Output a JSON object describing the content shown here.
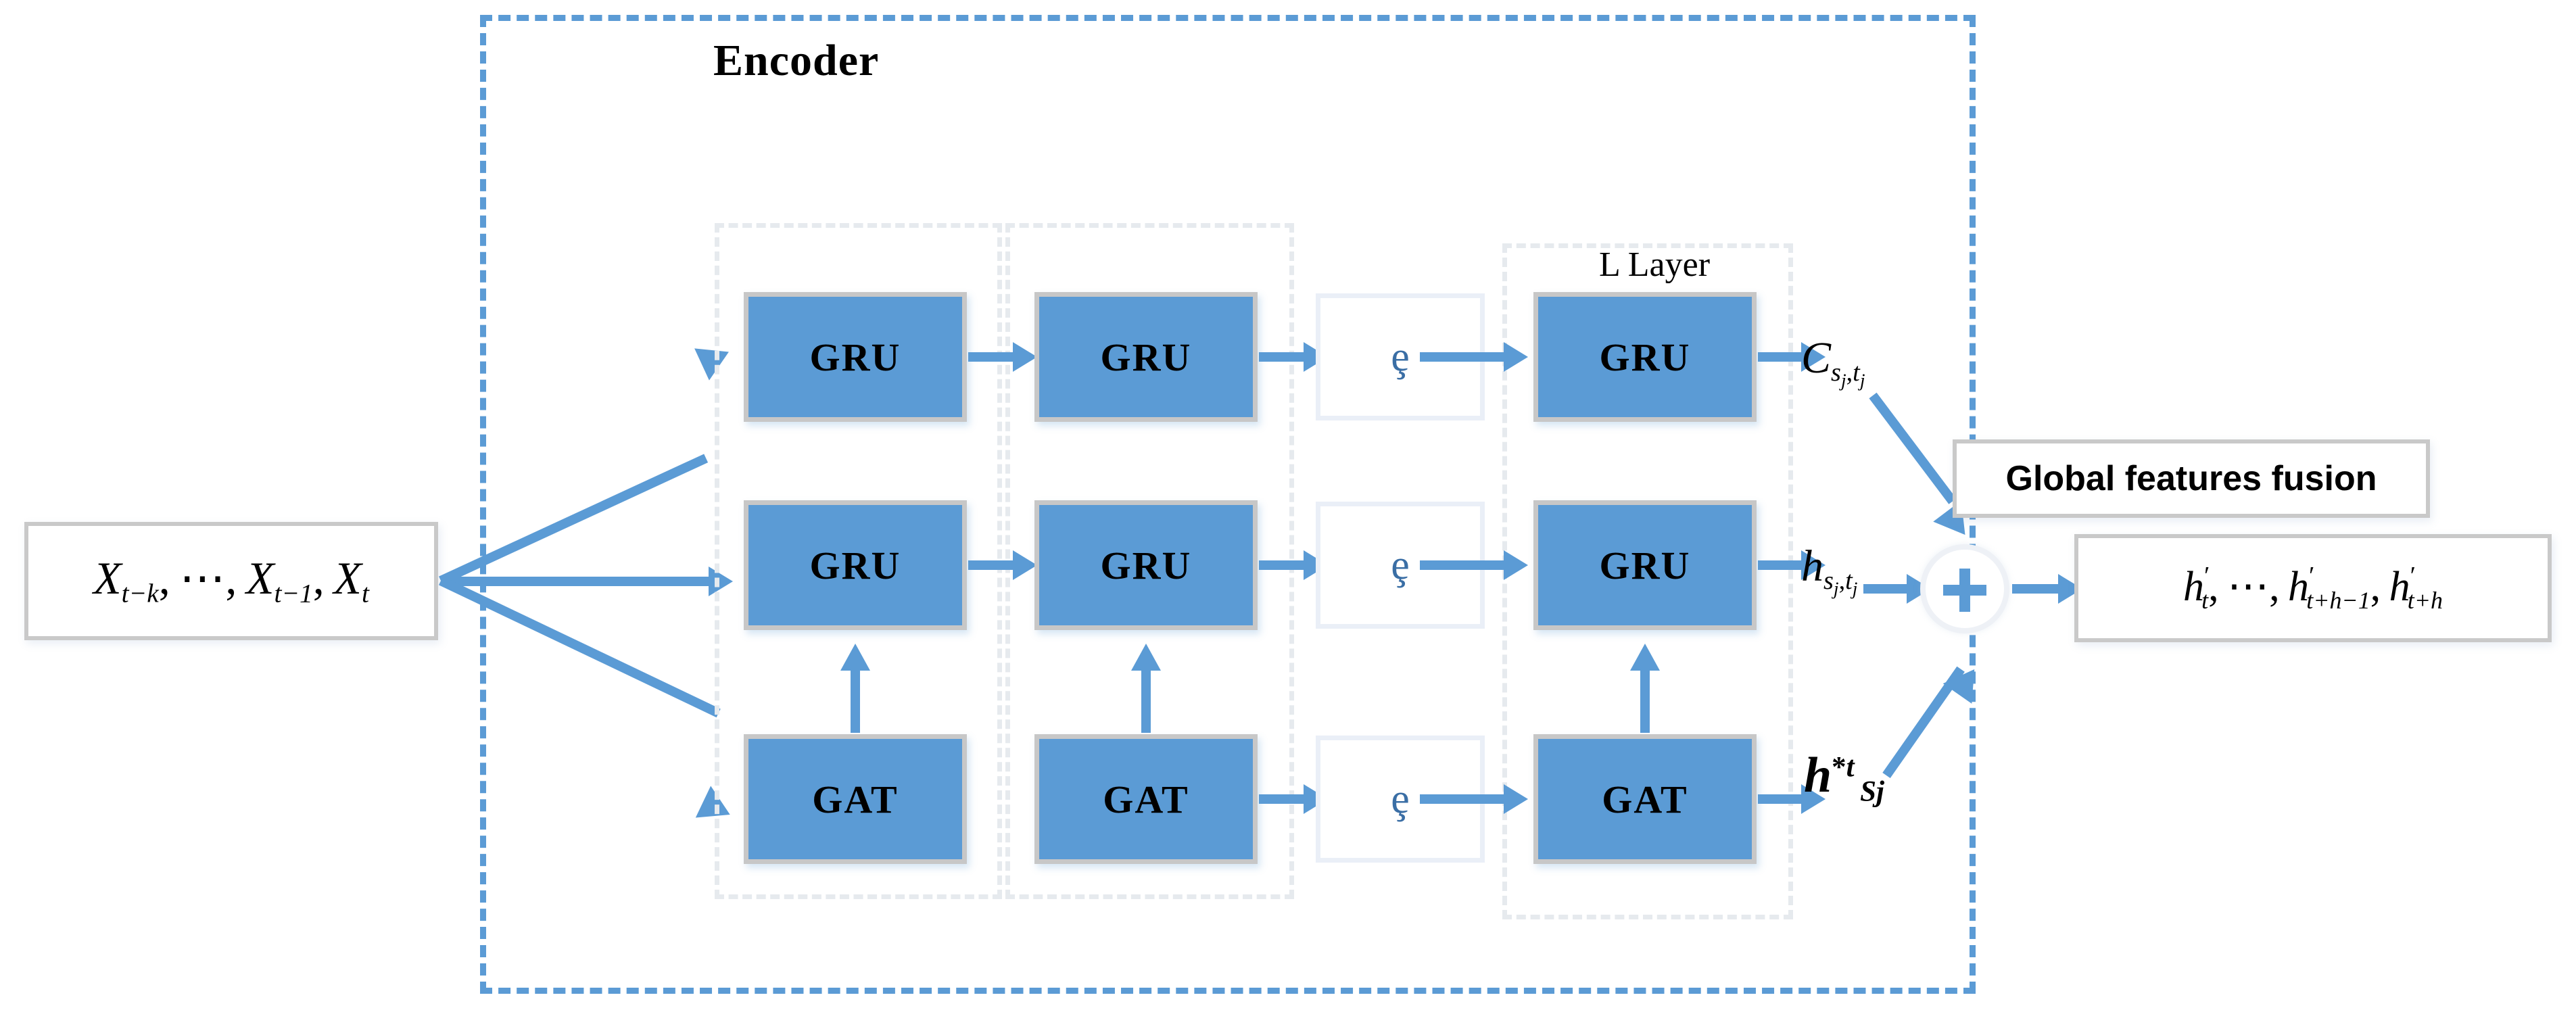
{
  "diagram": {
    "title": "Encoder",
    "l_layer_label": "L Layer"
  },
  "input": {
    "formula_parts": {
      "x1": "X",
      "sub1": "t-k",
      "sep1": ",",
      "dots": "⋯",
      "sep2": ",",
      "x2": "X",
      "sub2": "t-1",
      "sep3": ",",
      "x3": "X",
      "sub3": "t"
    },
    "formula_text": "X_{t-k}, ⋯, X_{t-1}, X_t"
  },
  "rows": [
    {
      "id": "gru-row-top",
      "blocks": [
        "GRU",
        "GRU",
        "ȩ",
        "GRU"
      ],
      "output_label": "C_{s_j,t_j}",
      "output_parts": {
        "base": "C",
        "sub_s": "s",
        "sub_sj": "j",
        "comma": ",",
        "sub_t": "t",
        "sub_tj": "j"
      }
    },
    {
      "id": "gru-row-mid",
      "blocks": [
        "GRU",
        "GRU",
        "ȩ",
        "GRU"
      ],
      "output_label": "h_{s_j,t_j}",
      "output_parts": {
        "base": "h",
        "sub_s": "s",
        "sub_sj": "j",
        "comma": ",",
        "sub_t": "t",
        "sub_tj": "j"
      }
    },
    {
      "id": "gat-row-bottom",
      "blocks": [
        "GAT",
        "GAT",
        "ȩ",
        "GAT"
      ],
      "output_label": "h^{*t}_{Sj}",
      "output_parts": {
        "base": "h",
        "sup_star": "*",
        "sup_t": "t",
        "sub_S": "S",
        "sub_j": "j"
      }
    }
  ],
  "fusion": {
    "label": "Global features fusion",
    "operator": "+",
    "operator_name": "plus-operator"
  },
  "output": {
    "formula_parts": {
      "h1": "h",
      "prime1": "′",
      "sub1": "t",
      "sep1": ",",
      "dots": "⋯",
      "sep2": ",",
      "h2": "h",
      "prime2": "′",
      "sub2": "t+h-1",
      "sep3": ",",
      "h3": "h",
      "prime3": "′",
      "sub3": "t+h"
    },
    "formula_text": "h'_t, ⋯, h'_{t+h-1}, h'_{t+h}"
  },
  "colors": {
    "block_blue": "#5b9bd5",
    "block_border": "#c7c7c7",
    "encoder_dash": "#5b9bd5",
    "group_dash": "#e6eaee",
    "dots_border": "#eaeff7",
    "dots_glyph": "#3a6ea5",
    "plain_border": "#c9c9c9",
    "background": "#ffffff",
    "text": "#000000"
  }
}
